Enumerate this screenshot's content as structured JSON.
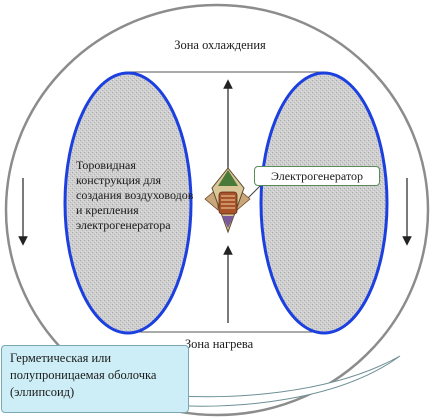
{
  "labels": {
    "top_zone": "Зона охлаждения",
    "bottom_zone": "Зона нагрева",
    "torus_structure": "Торовидная конструкция для создания воздуховодов и крепления электрогенератора",
    "generator": "Электрогенератор",
    "shell": "Герметическая или полупроницаемая оболочка (эллипсоид)"
  },
  "colors": {
    "ellipse_stroke": "#1c3fe0",
    "shell_fill": "#cdeef6"
  }
}
